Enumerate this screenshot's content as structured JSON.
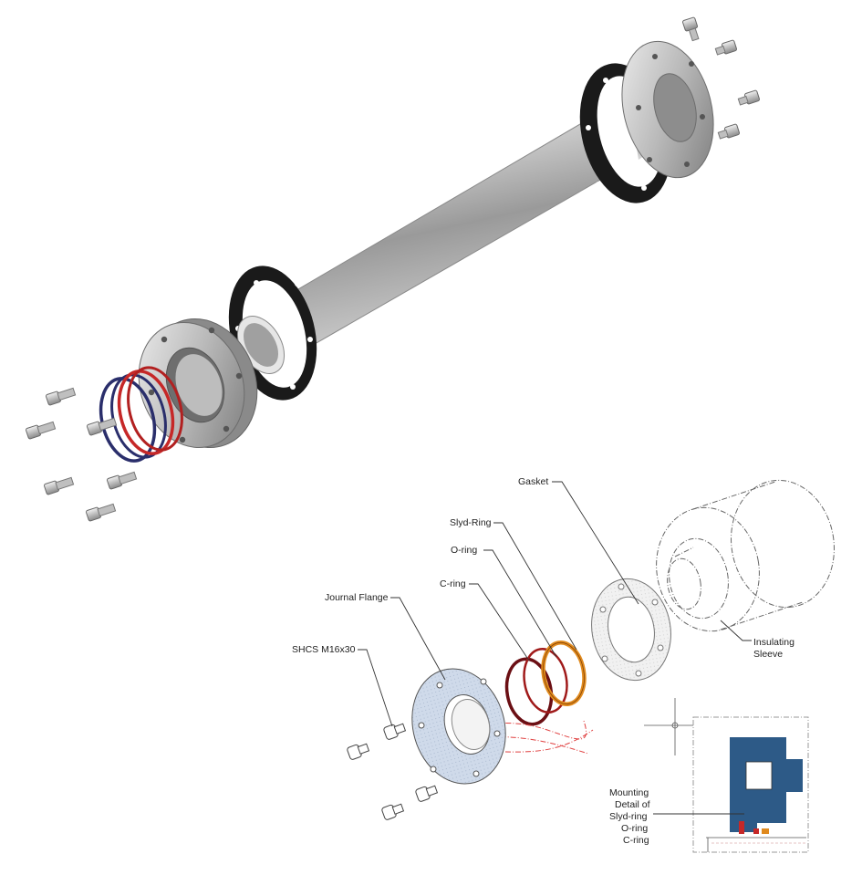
{
  "labels": {
    "gasket": "Gasket",
    "slyd_ring": "Slyd-Ring",
    "o_ring": "O-ring",
    "c_ring": "C-ring",
    "journal_flange": "Journal Flange",
    "shcs": "SHCS M16x30",
    "insulating_sleeve_1": "Insulating",
    "insulating_sleeve_2": "Sleeve",
    "mounting_detail_1": "Mounting",
    "mounting_detail_2": "Detail of",
    "mounting_detail_3": "Slyd-ring",
    "mounting_detail_4": "O-ring",
    "mounting_detail_5": "C-ring"
  },
  "colors": {
    "steel_light": "#e6e6e6",
    "steel_dark": "#7d7d7d",
    "gasket_black": "#1a1a1a",
    "ring_red": "#c62828",
    "ring_blue": "#2a2e6b",
    "flange_fill": "#cfdaea",
    "c_ring": "#6b0f14",
    "o_ring": "#a01a1a",
    "slyd_ring": "#e08a1e",
    "detail_blue": "#2d5a87"
  }
}
